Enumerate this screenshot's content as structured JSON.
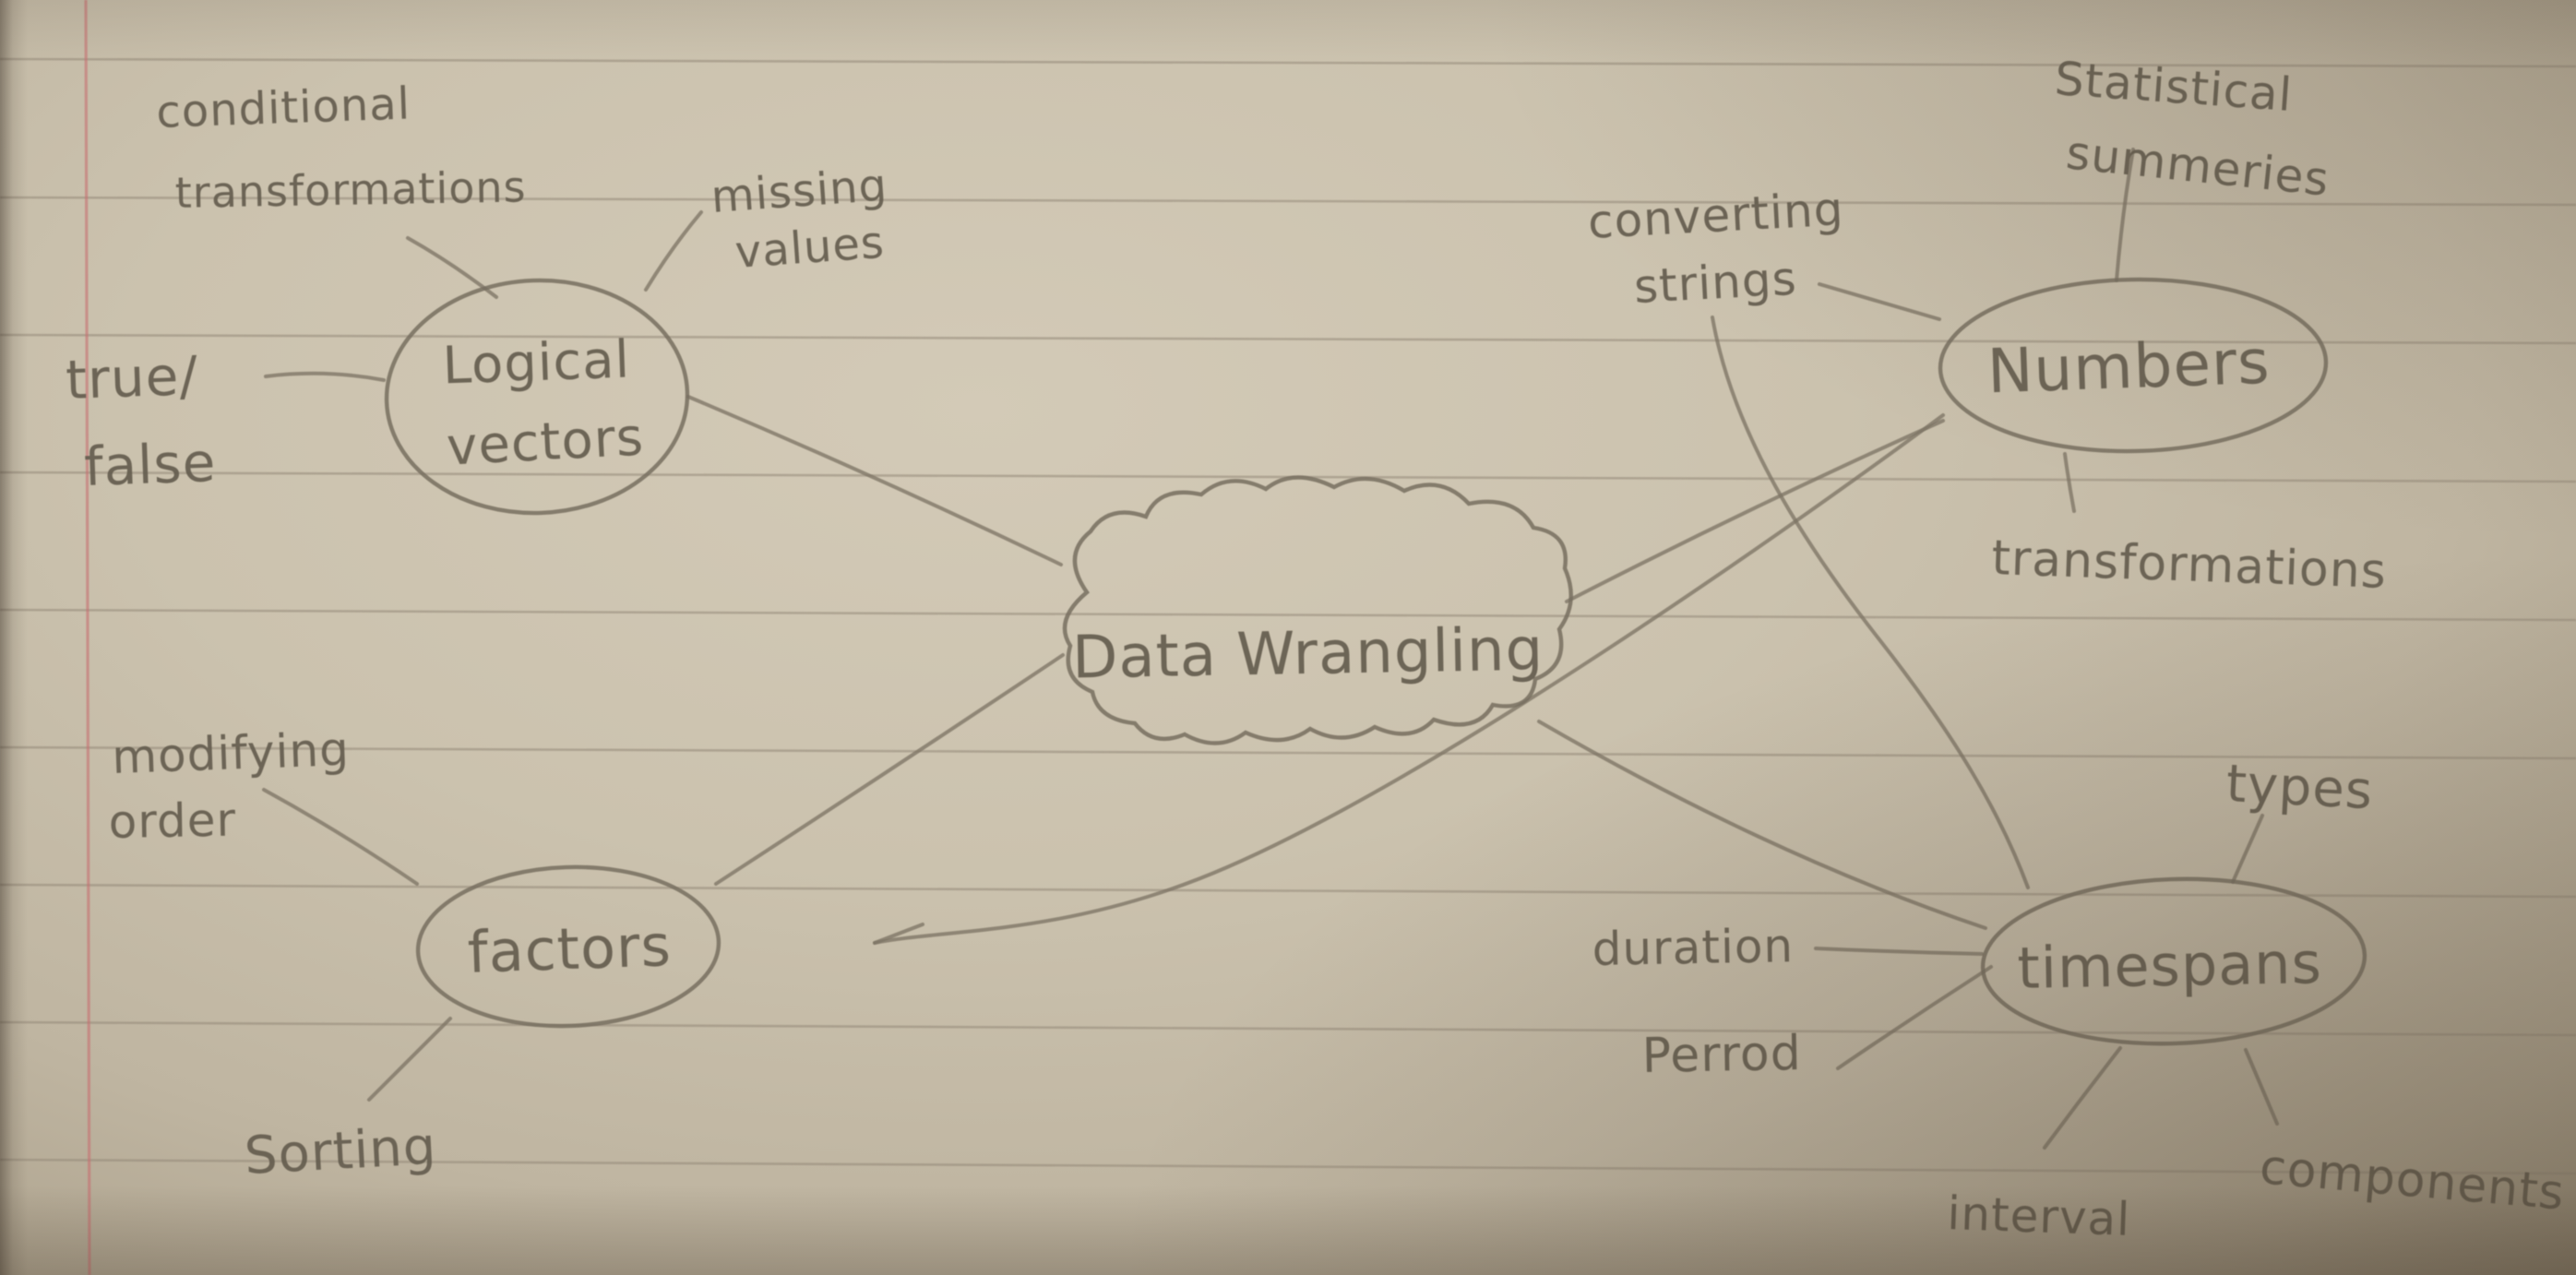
{
  "artifact": {
    "kind": "hand-drawn pencil mind map on ruled notebook paper",
    "paper_color": "#cbc2ae",
    "rule_line_color": "#948978",
    "margin_line_color": "#c67071",
    "pencil_color": "#7e7565"
  },
  "labels": {
    "center": "Data Wrangling",
    "logical": {
      "l1": "Logical",
      "l2": "vectors"
    },
    "numbers": "Numbers",
    "factors": "factors",
    "timespans": "timespans",
    "conditional": {
      "l1": "conditional",
      "l2": "transformations"
    },
    "missing": {
      "l1": "missing",
      "l2": "values"
    },
    "truefalse": {
      "l1": "true/",
      "l2": "false"
    },
    "converting": {
      "l1": "converting",
      "l2": "strings"
    },
    "statistical": {
      "l1": "Statistical",
      "l2": "summeries"
    },
    "transformations": "transformations",
    "modifying": {
      "l1": "modifying",
      "l2": "order"
    },
    "sorting": "Sorting",
    "types": "types",
    "duration": "duration",
    "period": "Perrod",
    "interval": "interval",
    "components": "components"
  },
  "connections": [
    {
      "from": "conditional transformations",
      "to": "Logical vectors"
    },
    {
      "from": "missing values",
      "to": "Logical vectors"
    },
    {
      "from": "true/false",
      "to": "Logical vectors"
    },
    {
      "from": "Logical vectors",
      "to": "Data Wrangling"
    },
    {
      "from": "modifying order",
      "to": "factors"
    },
    {
      "from": "Sorting",
      "to": "factors"
    },
    {
      "from": "factors",
      "to": "Data Wrangling"
    },
    {
      "from": "Data Wrangling",
      "to": "Numbers"
    },
    {
      "from": "converting strings",
      "to": "Numbers"
    },
    {
      "from": "Statistical summeries",
      "to": "Numbers"
    },
    {
      "from": "Numbers",
      "to": "transformations"
    },
    {
      "from": "Data Wrangling",
      "to": "timespans"
    },
    {
      "from": "converting strings",
      "to": "timespans"
    },
    {
      "from": "Numbers",
      "to": "factors"
    },
    {
      "from": "types",
      "to": "timespans"
    },
    {
      "from": "duration",
      "to": "timespans"
    },
    {
      "from": "Perrod",
      "to": "timespans"
    },
    {
      "from": "interval",
      "to": "timespans"
    },
    {
      "from": "components",
      "to": "timespans"
    }
  ]
}
